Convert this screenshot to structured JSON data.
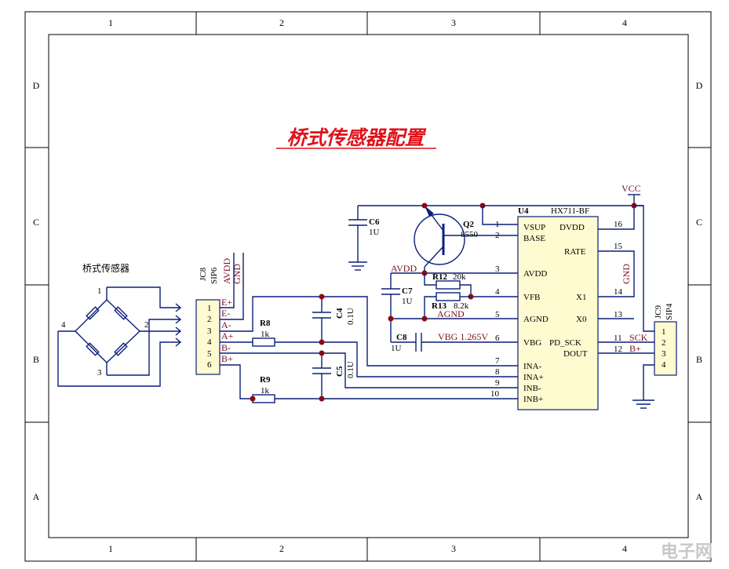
{
  "title": "桥式传感器配置",
  "frame": {
    "cols_top": [
      "1",
      "2",
      "3",
      "4"
    ],
    "cols_bottom": [
      "1",
      "2",
      "3",
      "4"
    ],
    "rows": [
      "D",
      "C",
      "B",
      "A"
    ]
  },
  "bridge": {
    "label": "桥式传感器",
    "pins": [
      "1",
      "2",
      "3",
      "4"
    ]
  },
  "jc8": {
    "ref": "JC8",
    "type": "SIP6",
    "pins": [
      "1",
      "2",
      "3",
      "4",
      "5",
      "6"
    ],
    "nets": [
      "E+",
      "E-",
      "A-",
      "A+",
      "B-",
      "B+"
    ],
    "top_nets": [
      "AVDD",
      "GND"
    ]
  },
  "u4": {
    "ref": "U4",
    "part": "HX711-BF",
    "left_pins": [
      {
        "num": "1",
        "name": "VSUP"
      },
      {
        "num": "2",
        "name": "BASE"
      },
      {
        "num": "3",
        "name": "AVDD"
      },
      {
        "num": "4",
        "name": "VFB"
      },
      {
        "num": "5",
        "name": "AGND"
      },
      {
        "num": "6",
        "name": "VBG"
      },
      {
        "num": "7",
        "name": "INA-"
      },
      {
        "num": "8",
        "name": "INA+"
      },
      {
        "num": "9",
        "name": "INB-"
      },
      {
        "num": "10",
        "name": "INB+"
      }
    ],
    "right_pins": [
      {
        "num": "16",
        "name": "DVDD"
      },
      {
        "num": "15",
        "name": "RATE"
      },
      {
        "num": "14",
        "name": "X1"
      },
      {
        "num": "13",
        "name": "X0"
      },
      {
        "num": "11",
        "name": "PD_SCK"
      },
      {
        "num": "12",
        "name": "DOUT"
      }
    ]
  },
  "parts": {
    "c6": {
      "ref": "C6",
      "value": "1U"
    },
    "q2": {
      "ref": "Q2",
      "value": "8550"
    },
    "c7": {
      "ref": "C7",
      "value": "1U"
    },
    "r12": {
      "ref": "R12",
      "value": "20k"
    },
    "r13": {
      "ref": "R13",
      "value": "8.2k"
    },
    "c8": {
      "ref": "C8",
      "value": "1U"
    },
    "c4": {
      "ref": "C4",
      "value": "0.1U"
    },
    "c5": {
      "ref": "C5",
      "value": "0.1U"
    },
    "r8": {
      "ref": "R8",
      "value": "1k"
    },
    "r9": {
      "ref": "R9",
      "value": "1k"
    }
  },
  "nets": {
    "avdd": "AVDD",
    "agnd": "AGND",
    "vbg": "VBG 1.265V",
    "vcc": "VCC",
    "gnd": "GND",
    "sck": "SCK",
    "bplus": "B+"
  },
  "jc9": {
    "ref": "JC9",
    "type": "SIP4",
    "pins": [
      "1",
      "2",
      "3",
      "4"
    ]
  },
  "watermark": "电子网"
}
